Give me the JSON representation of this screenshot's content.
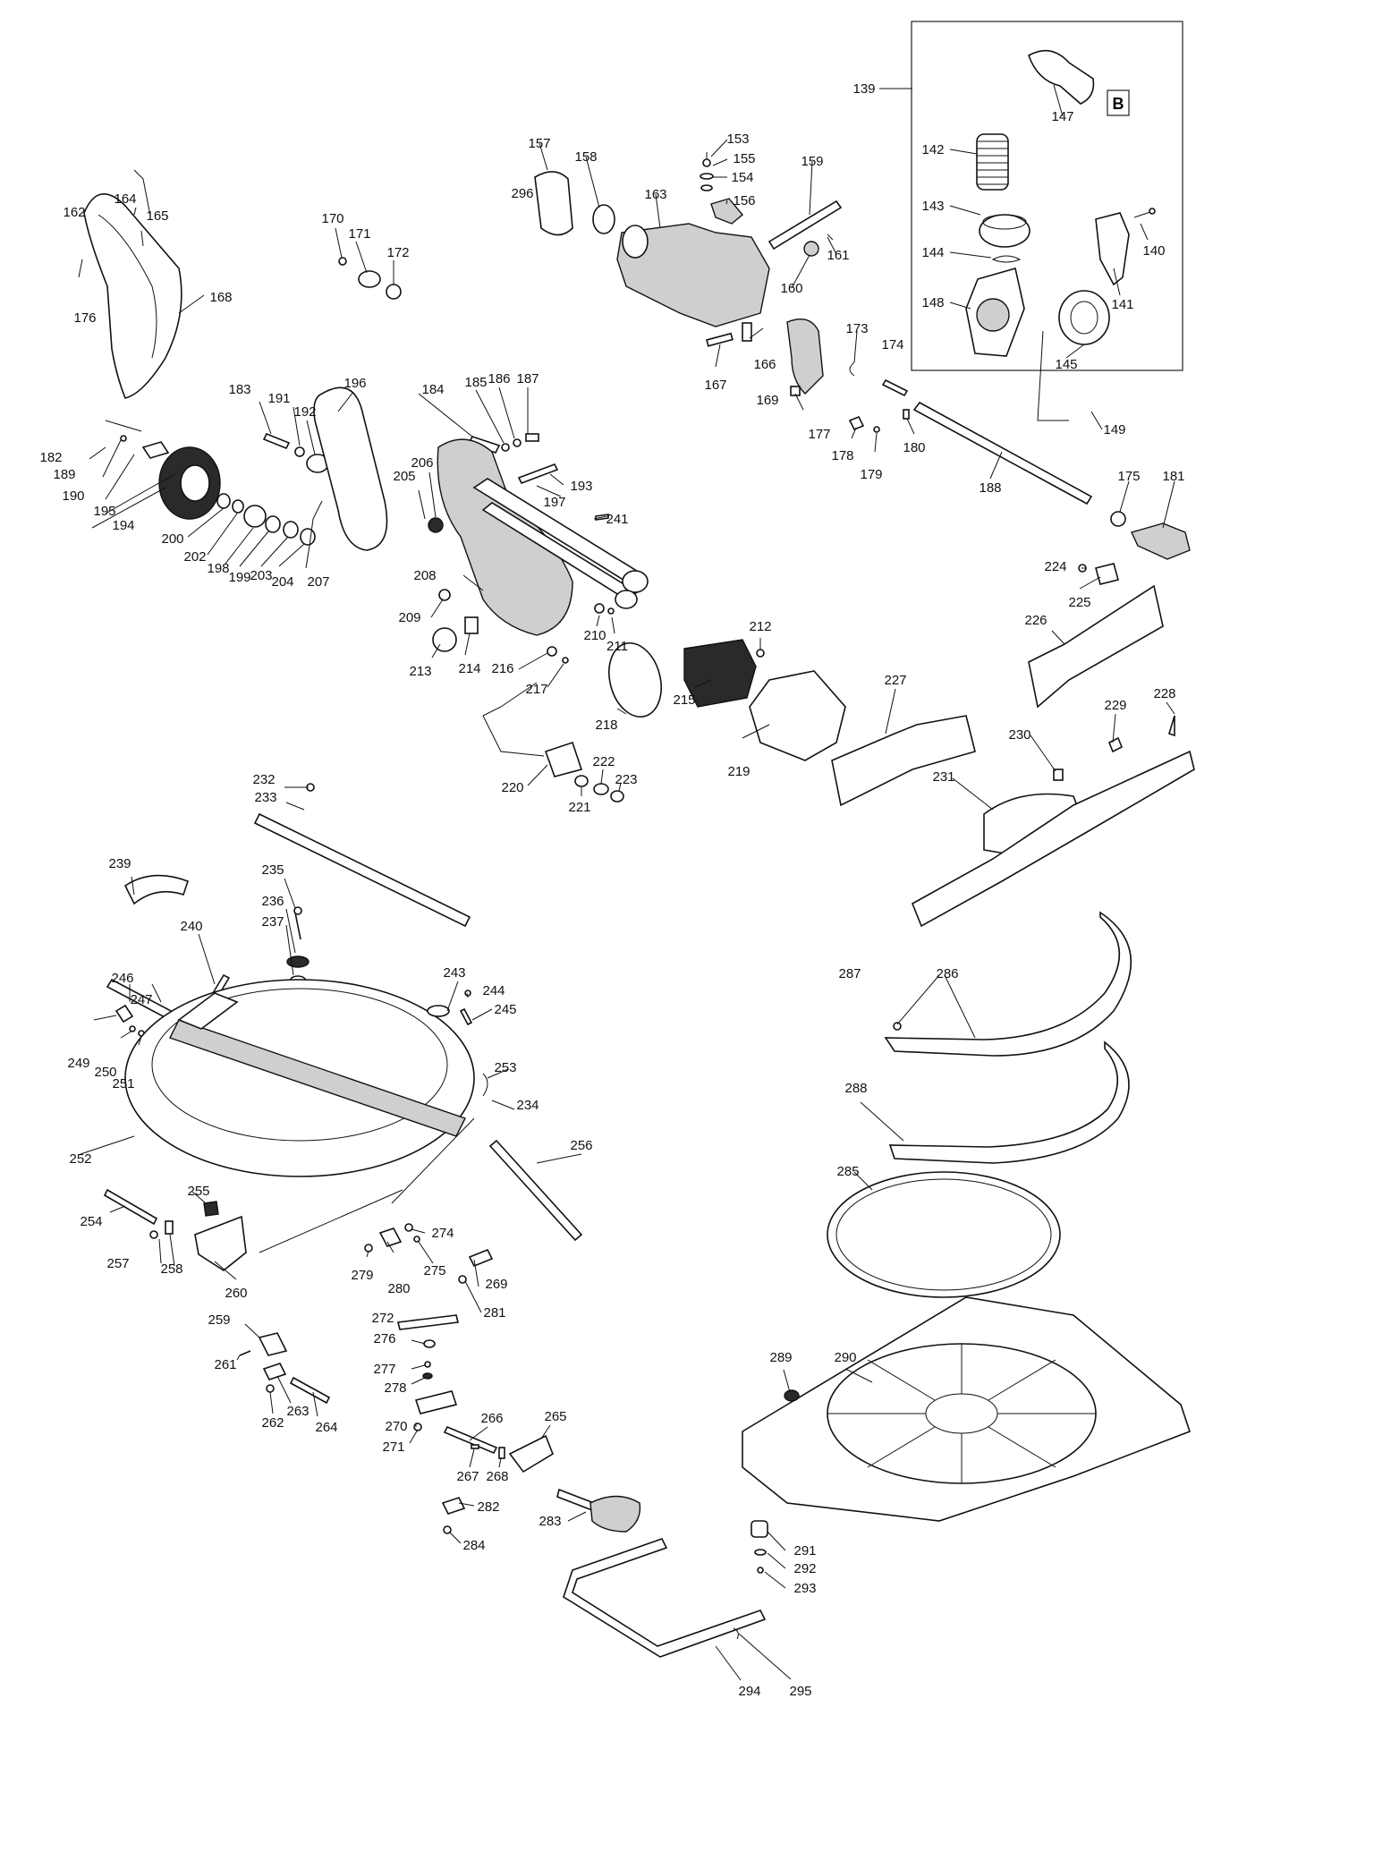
{
  "inset": {
    "marker_letter": "B"
  },
  "parts": [
    {
      "id": "139",
      "label": "139"
    },
    {
      "id": "140",
      "label": "140"
    },
    {
      "id": "141",
      "label": "141"
    },
    {
      "id": "142",
      "label": "142"
    },
    {
      "id": "143",
      "label": "143"
    },
    {
      "id": "144",
      "label": "144"
    },
    {
      "id": "145",
      "label": "145"
    },
    {
      "id": "147",
      "label": "147"
    },
    {
      "id": "148",
      "label": "148"
    },
    {
      "id": "149",
      "label": "149"
    },
    {
      "id": "153",
      "label": "153"
    },
    {
      "id": "154",
      "label": "154"
    },
    {
      "id": "155",
      "label": "155"
    },
    {
      "id": "156",
      "label": "156"
    },
    {
      "id": "157",
      "label": "157"
    },
    {
      "id": "158",
      "label": "158"
    },
    {
      "id": "159",
      "label": "159"
    },
    {
      "id": "160",
      "label": "160"
    },
    {
      "id": "161",
      "label": "161"
    },
    {
      "id": "162",
      "label": "162"
    },
    {
      "id": "163",
      "label": "163"
    },
    {
      "id": "164",
      "label": "164"
    },
    {
      "id": "165",
      "label": "165"
    },
    {
      "id": "166",
      "label": "166"
    },
    {
      "id": "167",
      "label": "167"
    },
    {
      "id": "168",
      "label": "168"
    },
    {
      "id": "169",
      "label": "169"
    },
    {
      "id": "170",
      "label": "170"
    },
    {
      "id": "171",
      "label": "171"
    },
    {
      "id": "172",
      "label": "172"
    },
    {
      "id": "173",
      "label": "173"
    },
    {
      "id": "174",
      "label": "174"
    },
    {
      "id": "175",
      "label": "175"
    },
    {
      "id": "176",
      "label": "176"
    },
    {
      "id": "177",
      "label": "177"
    },
    {
      "id": "178",
      "label": "178"
    },
    {
      "id": "179",
      "label": "179"
    },
    {
      "id": "180",
      "label": "180"
    },
    {
      "id": "181",
      "label": "181"
    },
    {
      "id": "182",
      "label": "182"
    },
    {
      "id": "183",
      "label": "183"
    },
    {
      "id": "184",
      "label": "184"
    },
    {
      "id": "185",
      "label": "185"
    },
    {
      "id": "186",
      "label": "186"
    },
    {
      "id": "187",
      "label": "187"
    },
    {
      "id": "188",
      "label": "188"
    },
    {
      "id": "189",
      "label": "189"
    },
    {
      "id": "190",
      "label": "190"
    },
    {
      "id": "191",
      "label": "191"
    },
    {
      "id": "192",
      "label": "192"
    },
    {
      "id": "193",
      "label": "193"
    },
    {
      "id": "194",
      "label": "194"
    },
    {
      "id": "195",
      "label": "195"
    },
    {
      "id": "196",
      "label": "196"
    },
    {
      "id": "197",
      "label": "197"
    },
    {
      "id": "198",
      "label": "198"
    },
    {
      "id": "199",
      "label": "199"
    },
    {
      "id": "200",
      "label": "200"
    },
    {
      "id": "202",
      "label": "202"
    },
    {
      "id": "203",
      "label": "203"
    },
    {
      "id": "204",
      "label": "204"
    },
    {
      "id": "205",
      "label": "205"
    },
    {
      "id": "206",
      "label": "206"
    },
    {
      "id": "207",
      "label": "207"
    },
    {
      "id": "208",
      "label": "208"
    },
    {
      "id": "209",
      "label": "209"
    },
    {
      "id": "210",
      "label": "210"
    },
    {
      "id": "211",
      "label": "211"
    },
    {
      "id": "212",
      "label": "212"
    },
    {
      "id": "213",
      "label": "213"
    },
    {
      "id": "214",
      "label": "214"
    },
    {
      "id": "215",
      "label": "215"
    },
    {
      "id": "216",
      "label": "216"
    },
    {
      "id": "217",
      "label": "217"
    },
    {
      "id": "218",
      "label": "218"
    },
    {
      "id": "219",
      "label": "219"
    },
    {
      "id": "220",
      "label": "220"
    },
    {
      "id": "221",
      "label": "221"
    },
    {
      "id": "222",
      "label": "222"
    },
    {
      "id": "223",
      "label": "223"
    },
    {
      "id": "224",
      "label": "224"
    },
    {
      "id": "225",
      "label": "225"
    },
    {
      "id": "226",
      "label": "226"
    },
    {
      "id": "227",
      "label": "227"
    },
    {
      "id": "228",
      "label": "228"
    },
    {
      "id": "229",
      "label": "229"
    },
    {
      "id": "230",
      "label": "230"
    },
    {
      "id": "231",
      "label": "231"
    },
    {
      "id": "232",
      "label": "232"
    },
    {
      "id": "233",
      "label": "233"
    },
    {
      "id": "234",
      "label": "234"
    },
    {
      "id": "235",
      "label": "235"
    },
    {
      "id": "236",
      "label": "236"
    },
    {
      "id": "237",
      "label": "237"
    },
    {
      "id": "239",
      "label": "239"
    },
    {
      "id": "240",
      "label": "240"
    },
    {
      "id": "241",
      "label": "241"
    },
    {
      "id": "243",
      "label": "243"
    },
    {
      "id": "244",
      "label": "244"
    },
    {
      "id": "245",
      "label": "245"
    },
    {
      "id": "246",
      "label": "246"
    },
    {
      "id": "247",
      "label": "247"
    },
    {
      "id": "249",
      "label": "249"
    },
    {
      "id": "250",
      "label": "250"
    },
    {
      "id": "251",
      "label": "251"
    },
    {
      "id": "252",
      "label": "252"
    },
    {
      "id": "253",
      "label": "253"
    },
    {
      "id": "254",
      "label": "254"
    },
    {
      "id": "255",
      "label": "255"
    },
    {
      "id": "256",
      "label": "256"
    },
    {
      "id": "257",
      "label": "257"
    },
    {
      "id": "258",
      "label": "258"
    },
    {
      "id": "259",
      "label": "259"
    },
    {
      "id": "260",
      "label": "260"
    },
    {
      "id": "261",
      "label": "261"
    },
    {
      "id": "262",
      "label": "262"
    },
    {
      "id": "263",
      "label": "263"
    },
    {
      "id": "264",
      "label": "264"
    },
    {
      "id": "265",
      "label": "265"
    },
    {
      "id": "266",
      "label": "266"
    },
    {
      "id": "267",
      "label": "267"
    },
    {
      "id": "268",
      "label": "268"
    },
    {
      "id": "269",
      "label": "269"
    },
    {
      "id": "270",
      "label": "270"
    },
    {
      "id": "271",
      "label": "271"
    },
    {
      "id": "272",
      "label": "272"
    },
    {
      "id": "274",
      "label": "274"
    },
    {
      "id": "275",
      "label": "275"
    },
    {
      "id": "276",
      "label": "276"
    },
    {
      "id": "277",
      "label": "277"
    },
    {
      "id": "278",
      "label": "278"
    },
    {
      "id": "279",
      "label": "279"
    },
    {
      "id": "280",
      "label": "280"
    },
    {
      "id": "281",
      "label": "281"
    },
    {
      "id": "282",
      "label": "282"
    },
    {
      "id": "283",
      "label": "283"
    },
    {
      "id": "284",
      "label": "284"
    },
    {
      "id": "285",
      "label": "285"
    },
    {
      "id": "286",
      "label": "286"
    },
    {
      "id": "287",
      "label": "287"
    },
    {
      "id": "288",
      "label": "288"
    },
    {
      "id": "289",
      "label": "289"
    },
    {
      "id": "290",
      "label": "290"
    },
    {
      "id": "291",
      "label": "291"
    },
    {
      "id": "292",
      "label": "292"
    },
    {
      "id": "293",
      "label": "293"
    },
    {
      "id": "294",
      "label": "294"
    },
    {
      "id": "295",
      "label": "295"
    },
    {
      "id": "296",
      "label": "296"
    }
  ]
}
